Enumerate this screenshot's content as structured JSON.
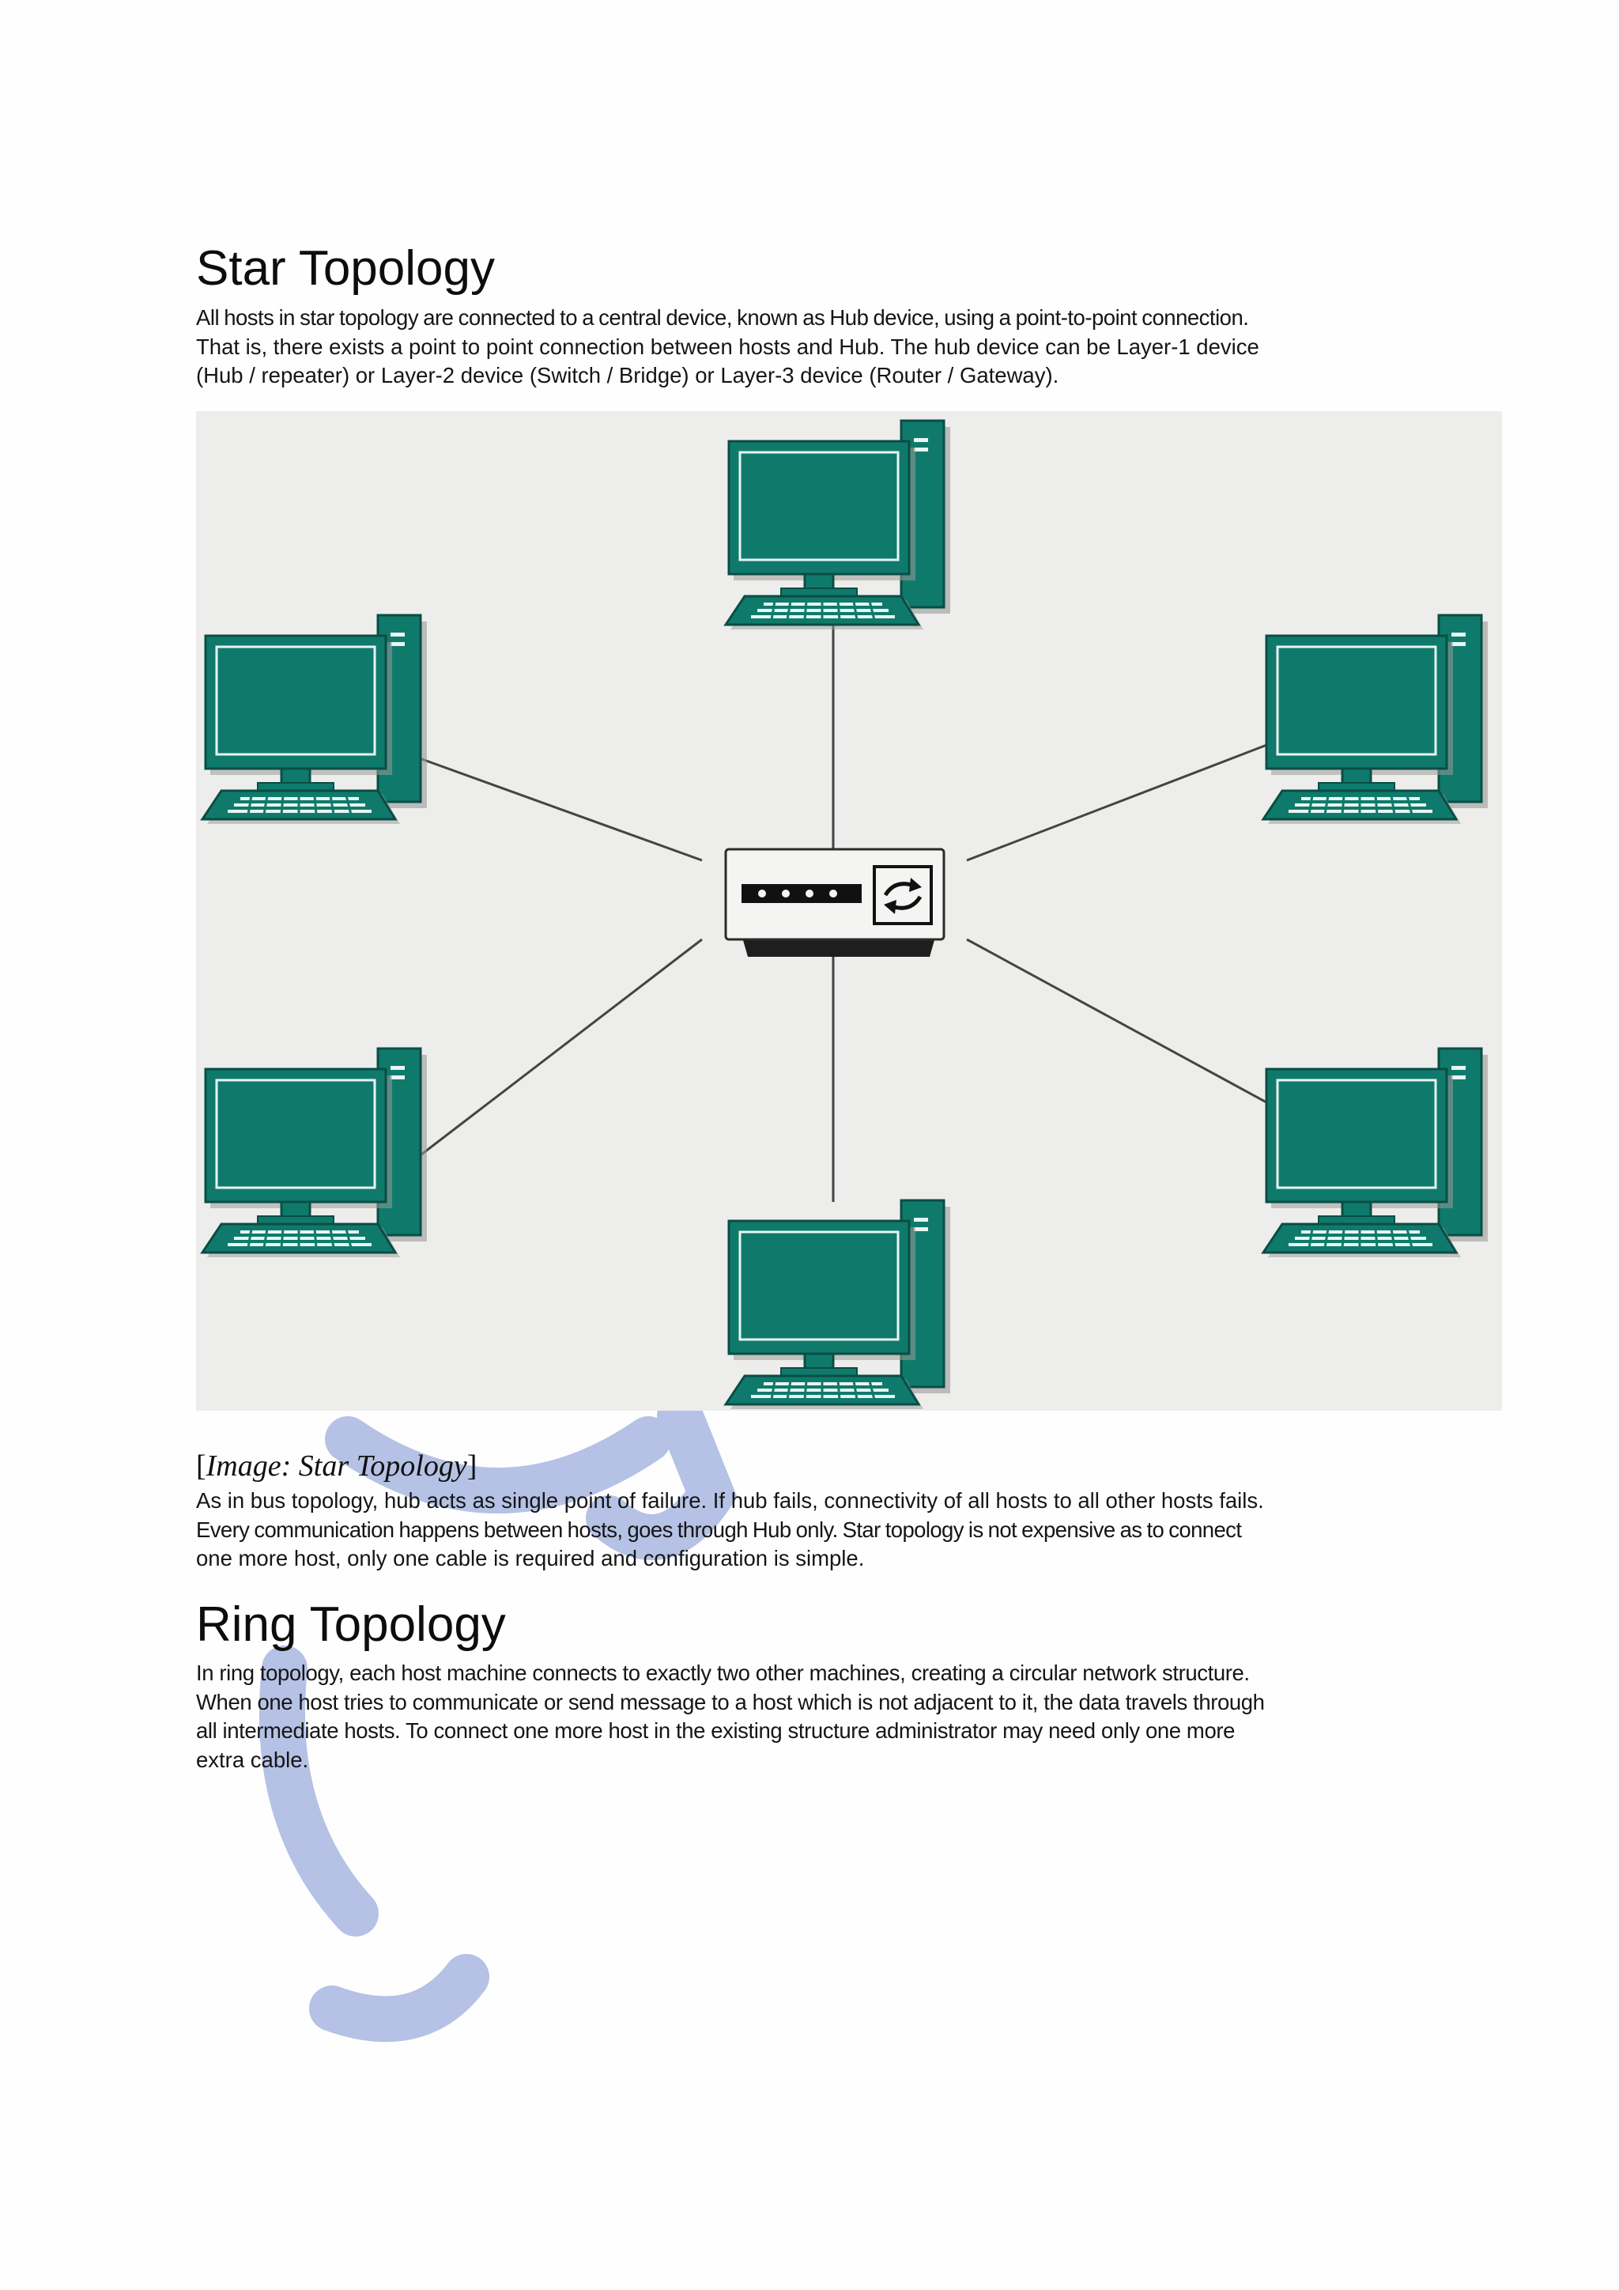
{
  "star_section": {
    "title": "Star Topology",
    "paragraph_1": [
      "All hosts in star topology are connected to a central device, known as Hub device, using a point-to-point connection.",
      "That is, there exists a point to point connection between hosts and Hub. The hub device can be Layer-1 device",
      "(Hub / repeater) or Layer-2 device (Switch / Bridge) or Layer-3 device (Router / Gateway)."
    ],
    "figure": {
      "hub_icon": "hub-device-icon",
      "host_icon": "desktop-computer-icon",
      "host_count": 6,
      "colors": {
        "computer": "#0f7a6c",
        "computer_dark": "#0a4d44",
        "background": "#ededeb",
        "link": "#444444"
      }
    },
    "caption_open": "[",
    "caption_italic": "Image: Star Topology",
    "caption_close": "]",
    "paragraph_2": [
      "As in bus topology, hub acts as single point of failure. If hub fails, connectivity of all hosts to all other hosts fails.",
      "Every communication happens between hosts, goes through Hub only. Star topology is not expensive as to connect",
      "one more host, only one cable is required and configuration is simple."
    ]
  },
  "ring_section": {
    "title": "Ring Topology",
    "paragraph_1": [
      "In ring topology, each host machine connects to exactly two other machines, creating a circular network structure.",
      "When one host tries to communicate or send message to a host which is not adjacent to it, the data travels through",
      "all intermediate hosts. To connect one more host in the existing structure administrator may need only one more",
      "extra cable."
    ]
  },
  "watermark": {
    "icon": "watermark-logo-icon",
    "color": "#2f55b8"
  }
}
